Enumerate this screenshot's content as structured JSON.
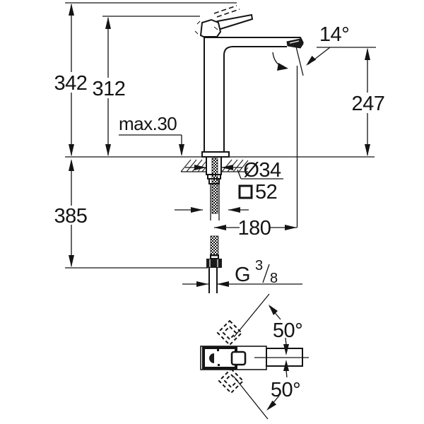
{
  "drawing": {
    "title": "faucet-dimension-drawing",
    "dims": {
      "overall_height": "342",
      "height_without_handle": "312",
      "max_mounting_thickness": "max.30",
      "below_counter_length": "385",
      "spout_height": "247",
      "spout_angle": "14°",
      "hole_diameter": "Ø34",
      "base_square_size": "52",
      "spout_reach": "180",
      "thread_letter": "G",
      "thread_numerator": "3",
      "thread_denominator": "8",
      "handle_swivel_upper": "50°",
      "handle_swivel_lower": "50°"
    },
    "line_color": "#141414",
    "background": "#ffffff"
  }
}
